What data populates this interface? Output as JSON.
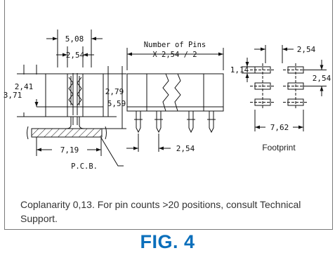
{
  "drawing": {
    "dims": {
      "w508": "5,08",
      "w254_top": "2,54",
      "h241": "2,41",
      "h371": "3,71",
      "h279": "2,79",
      "h559": "5,59",
      "w719": "7,19",
      "pitch254": "2,54",
      "pins_line1": "Number of Pins",
      "pins_line2": "X 2,54 / 2",
      "fp_pitch_top": "2,54",
      "fp_114": "1,14",
      "fp_pitch_right": "2,54",
      "fp_762": "7,62"
    },
    "pcb_label": "P.C.B.",
    "footprint_label": "Footprint"
  },
  "caption": "Coplanarity 0,13. For pin counts >20 positions, consult Technical Support.",
  "figure_title": "FIG. 4",
  "colors": {
    "title": "#0b6fbb",
    "line": "#111111",
    "frame": "#7a7a7a"
  }
}
